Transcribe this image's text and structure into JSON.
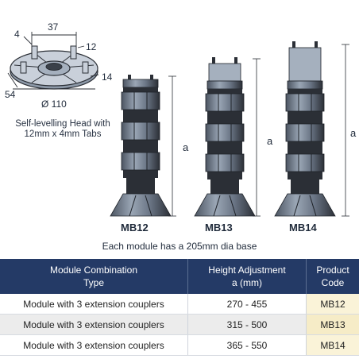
{
  "head_diagram": {
    "dim_4": "4",
    "dim_37": "37",
    "dim_12": "12",
    "dim_14": "14",
    "dim_54": "54",
    "dim_110": "Ø 110",
    "caption": "Self-levelling Head with 12mm x 4mm Tabs"
  },
  "pedestals": [
    {
      "label": "MB12",
      "dim": "a"
    },
    {
      "label": "MB13",
      "dim": "a"
    },
    {
      "label": "MB14",
      "dim": "a"
    }
  ],
  "base_note": "Each module has a 205mm dia base",
  "table": {
    "headers": {
      "col1_line1": "Module Combination",
      "col1_line2": "Type",
      "col2_line1": "Height Adjustment",
      "col2_line2": "a (mm)",
      "col3_line1": "Product",
      "col3_line2": "Code"
    },
    "rows": [
      {
        "type": "Module with 3 extension couplers",
        "range": "270 - 455",
        "code": "MB12"
      },
      {
        "type": "Module with 3 extension couplers",
        "range": "315 - 500",
        "code": "MB13"
      },
      {
        "type": "Module with 3 extension couplers",
        "range": "365 - 550",
        "code": "MB14"
      }
    ]
  },
  "colors": {
    "header_bg": "#243a66",
    "pedestal_dark": "#2b2f36",
    "pedestal_mid": "#6b7686",
    "pedestal_light": "#9aa6b5"
  }
}
